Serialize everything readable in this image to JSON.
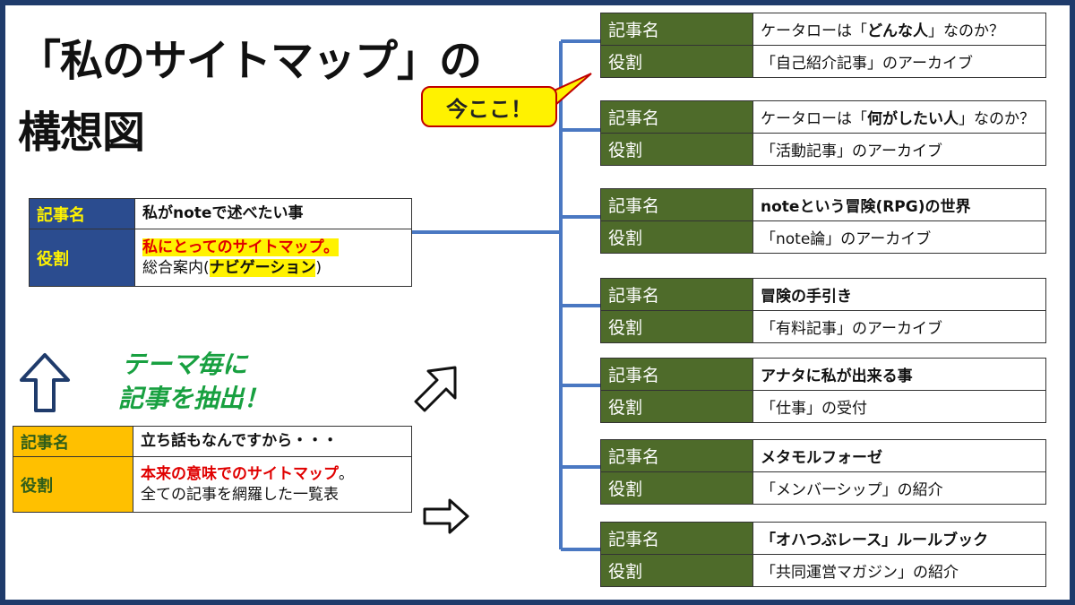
{
  "title": {
    "line1": "「私のサイトマップ」の",
    "line2": "構想図"
  },
  "callout": {
    "text": "今ここ！"
  },
  "main_card": {
    "key1": "記事名",
    "val1": "私がnoteで述べたい事",
    "key2": "役割",
    "val2_highlight": "私にとってのサイトマップ。",
    "val2_line2_prefix": "総合案内(",
    "val2_line2_bold": "ナビゲーション",
    "val2_line2_suffix": ")"
  },
  "sub_card": {
    "key1": "記事名",
    "val1": "立ち話もなんですから・・・",
    "key2": "役割",
    "val2_red": "本来の意味でのサイトマップ",
    "val2_red_suffix": "。",
    "val2_line2": "全ての記事を網羅した一覧表"
  },
  "green_label": {
    "line1": "テーマ毎に",
    "line2": "記事を抽出！"
  },
  "cards": [
    {
      "name_key": "記事名",
      "name_pre": "ケータローは「",
      "name_bold": "どんな人",
      "name_post": "」なのか？",
      "role_key": "役割",
      "role": "「自己紹介記事」のアーカイブ"
    },
    {
      "name_key": "記事名",
      "name_pre": "ケータローは「",
      "name_bold": "何がしたい人",
      "name_post": "」なのか？",
      "role_key": "役割",
      "role": "「活動記事」のアーカイブ"
    },
    {
      "name_key": "記事名",
      "name_pre": "",
      "name_bold": "noteという冒険(RPG)の世界",
      "name_post": "",
      "role_key": "役割",
      "role": "「note論」のアーカイブ"
    },
    {
      "name_key": "記事名",
      "name_pre": "",
      "name_bold": "冒険の手引き",
      "name_post": "",
      "role_key": "役割",
      "role": "「有料記事」のアーカイブ"
    },
    {
      "name_key": "記事名",
      "name_pre": "",
      "name_bold": "アナタに私が出来る事",
      "name_post": "",
      "role_key": "役割",
      "role": "「仕事」の受付"
    },
    {
      "name_key": "記事名",
      "name_pre": "",
      "name_bold": "メタモルフォーゼ",
      "name_post": "",
      "role_key": "役割",
      "role": "「メンバーシップ」の紹介"
    },
    {
      "name_key": "記事名",
      "name_pre": "",
      "name_bold": "「オハつぶレース」ルールブック",
      "name_post": "",
      "role_key": "役割",
      "role": "「共同運営マガジン」の紹介"
    }
  ],
  "colors": {
    "connector": "#4a78c2",
    "card_key_bg": "#4e6b2a",
    "main_key_bg": "#2b4c8f",
    "sub_key_bg": "#ffc000",
    "green_text": "#18a040",
    "callout_bg": "#fff200",
    "callout_border": "#c00000"
  }
}
